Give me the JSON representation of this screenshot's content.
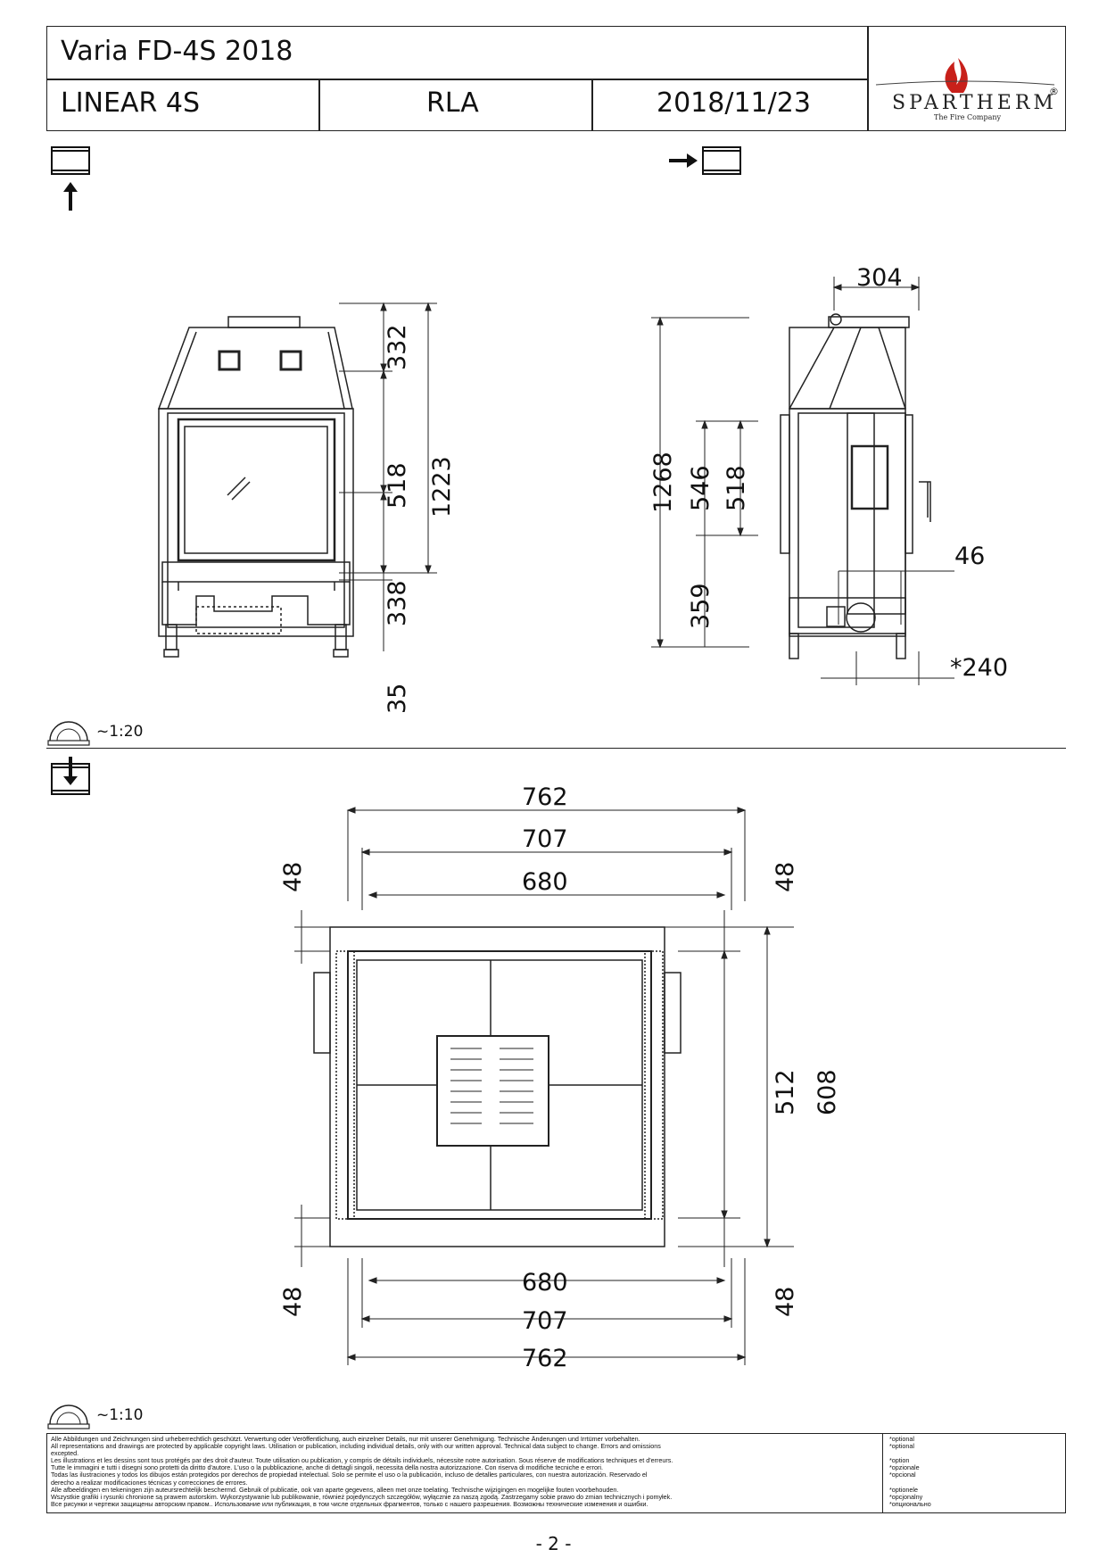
{
  "title_block": {
    "model": "Varia FD-4S 2018",
    "variant": "LINEAR 4S",
    "code": "RLA",
    "date": "2018/11/23",
    "brand": "SPARTHERM",
    "brand_registered": "®",
    "brand_tagline": "The Fire Company"
  },
  "views": {
    "front": {
      "dims": {
        "top_section": "332",
        "door_height": "518",
        "bottom_section": "338",
        "total_height": "1223",
        "leg_height": "35"
      }
    },
    "side": {
      "dims": {
        "depth_top": "304",
        "total_height": "1268",
        "frame_height": "546",
        "door_height": "518",
        "bottom_height": "359",
        "door_offset": "46",
        "optional_depth": "*240"
      }
    },
    "upper_scale": "~1:20",
    "plan": {
      "dims": {
        "outer_width_top": "762",
        "mid_width_top": "707",
        "inner_width_top": "680",
        "left_top_offset": "48",
        "right_top_offset": "48",
        "inner_depth": "512",
        "total_depth": "608",
        "left_bottom_offset": "48",
        "right_bottom_offset": "48",
        "inner_width_bottom": "680",
        "mid_width_bottom": "707",
        "outer_width_bottom": "762"
      }
    },
    "lower_scale": "~1:10"
  },
  "footer": {
    "legal_lines": [
      "Alle Abbildungen und Zeichnungen sind urheberrechtlich geschützt. Verwertung oder Veröffentlichung, auch einzelner Details, nur mit unserer Genehmigung. Technische Änderungen und Irrtümer vorbehalten.",
      "All representations and drawings are protected by applicable copyright laws. Utilisation or publication, including individual details, only with our written approval. Technical data subject to change. Errors and omissions",
      "excepted.",
      "Les illustrations et les dessins sont tous protégés par des droit d'auteur. Toute utilisation ou publication, y compris de détails individuels, nécessite notre autorisation. Sous réserve de modifications techniques et d'erreurs.",
      "Tutte le immagini e tutti i disegni sono protetti da diritto d'autore. L'uso o la pubblicazione, anche di dettagli singoli, necessita della nostra autorizzazione. Con riserva di modifiche tecniche e errori.",
      "Todas las ilustraciones y todos los dibujos están protegidos por derechos de propiedad intelectual. Solo se permite el uso o la publicación, incluso de detalles particulares, con nuestra autorización. Reservado el",
      "derecho a realizar modificaciones técnicas y correcciones de errores.",
      "Alle afbeeldingen en tekeningen zijn auteursrechtelijk beschermd. Gebruik of publicatie, ook van aparte gegevens, alleen met onze toelating. Technische wijzigingen en mogelijke fouten voorbehouden.",
      "Wszystkie grafiki i rysunki chronione są prawem autorskim. Wykorzystywanie lub publikowanie, również pojedynczych szczegółów, wyłącznie za naszą zgodą. Zastrzegamy sobie prawo do zmian technicznych i pomyłek.",
      "Все рисунки и чертежи защищены авторским правом.. Использование или публикация, в том числе отдельных фрагментов, только с нашего разрешения. Возможны технические изменения и ошибки."
    ],
    "optional_lines": [
      "*optional",
      "*optional",
      "",
      "*option",
      "*opzionale",
      "*opcional",
      "",
      "*optionele",
      "*opcjonalny",
      "*опционально"
    ]
  },
  "page_number": "- 2 -"
}
